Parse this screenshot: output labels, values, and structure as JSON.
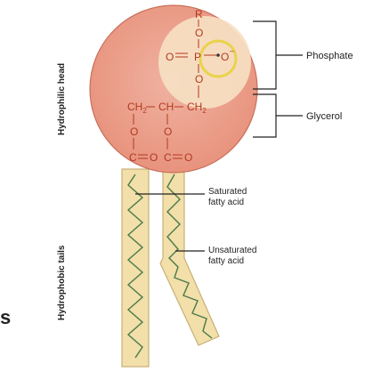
{
  "side_labels": {
    "head": "Hydrophilic head",
    "tails": "Hydrophobic tails"
  },
  "callouts": {
    "phosphate": "Phosphate",
    "glycerol": "Glycerol",
    "saturated_line1": "Saturated",
    "saturated_line2": "fatty acid",
    "unsaturated_line1": "Unsaturated",
    "unsaturated_line2": "fatty acid"
  },
  "chemistry": {
    "r_group": "R",
    "oxygen": "O",
    "phosphorus": "P",
    "ch2": "CH",
    "ch": "CH",
    "subscript_2": "2",
    "carbon": "C",
    "bond_double": "=",
    "dash": "—"
  },
  "edge_text": "s",
  "colors": {
    "head_fill": "#eba391",
    "head_edge": "#c8705a",
    "phosphate_fill": "#f6e0c2",
    "tail_fill": "#f2dfa9",
    "tail_edge": "#c9b077",
    "chem_text": "#b23a20",
    "highlight": "#e9d34a"
  }
}
